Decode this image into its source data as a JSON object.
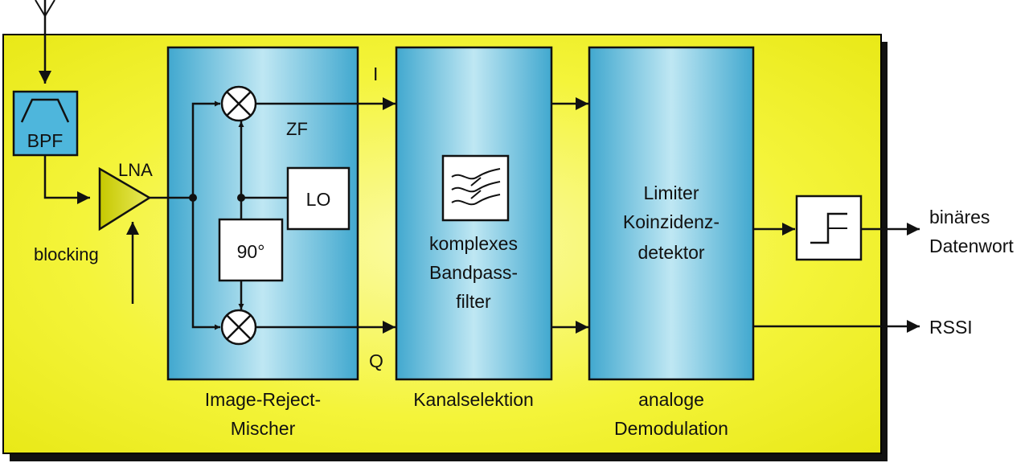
{
  "labels": {
    "bpf": "BPF",
    "lna": "LNA",
    "blocking": "blocking",
    "i_signal": "I",
    "q_signal": "Q",
    "zf": "ZF",
    "lo": "LO",
    "phase_shift": "90°",
    "filter_text": [
      "komplexes",
      "Bandpass-",
      "filter"
    ],
    "demod_text": [
      "Limiter",
      "Koinzidenz-",
      "detektor"
    ],
    "output_data": [
      "binäres",
      "Datenwort"
    ],
    "output_rssi": "RSSI"
  },
  "captions": {
    "mixer": [
      "Image-Reject-",
      "Mischer"
    ],
    "channel": [
      "Kanalselektion"
    ],
    "demod": [
      "analoge",
      "Demodulation"
    ]
  },
  "colors": {
    "board": "#f2f22a",
    "board_edge": "#000000",
    "block_dark": "#41a8cf",
    "block_light": "#bfe7f3",
    "lna_fill": "#d6d80c",
    "bpf_fill": "#4eb6dc"
  }
}
